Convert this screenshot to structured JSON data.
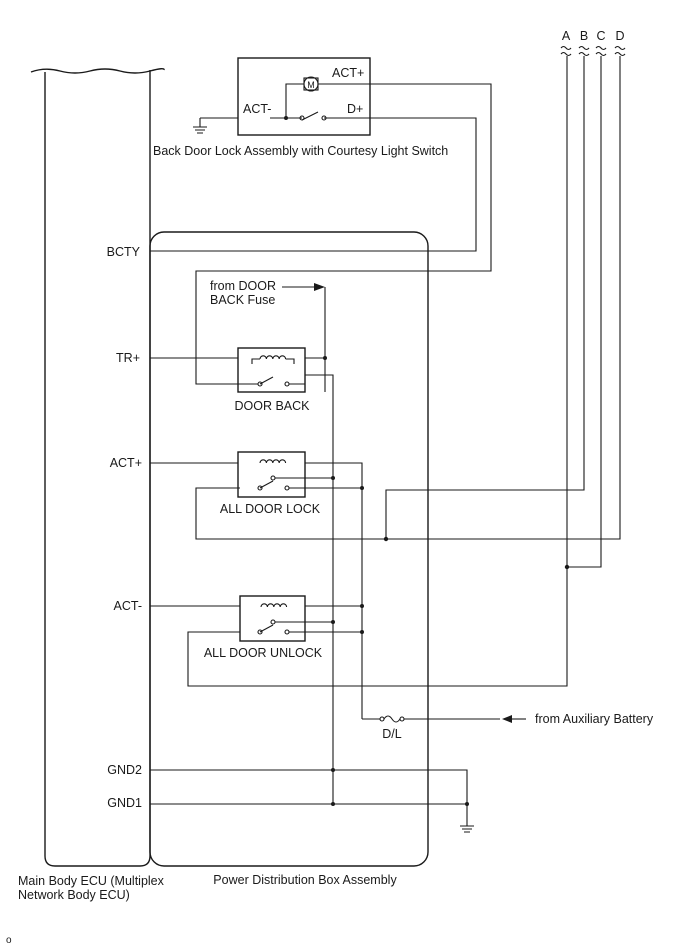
{
  "diagram": {
    "connectors": [
      "A",
      "B",
      "C",
      "D"
    ],
    "back_door_assembly": {
      "label": "Back Door Lock Assembly with Courtesy Light Switch",
      "motor": "M",
      "act_plus": "ACT+",
      "act_minus": "ACT-",
      "d_plus": "D+"
    },
    "main_body_ecu": {
      "label_line1": "Main Body ECU (Multiplex",
      "label_line2": "Network Body ECU)",
      "pins": {
        "bcty": "BCTY",
        "tr_plus": "TR+",
        "act_plus": "ACT+",
        "act_minus": "ACT-",
        "gnd2": "GND2",
        "gnd1": "GND1"
      }
    },
    "power_distribution_box": {
      "label": "Power Distribution Box Assembly",
      "door_back_fuse_line1": "from DOOR",
      "door_back_fuse_line2": "BACK Fuse",
      "relays": [
        "DOOR BACK",
        "ALL DOOR LOCK",
        "ALL DOOR UNLOCK"
      ],
      "fuse_dl": "D/L",
      "aux_battery": "from Auxiliary Battery"
    },
    "corner_mark": "o"
  }
}
